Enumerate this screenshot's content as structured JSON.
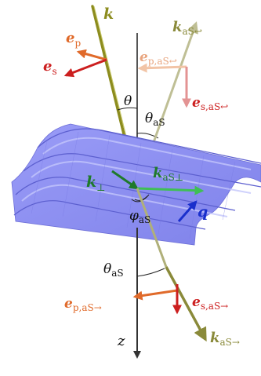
{
  "labels": {
    "k": "k",
    "e_p": "e",
    "e_p_sub": "p",
    "e_s": "e",
    "e_s_sub": "s",
    "theta": "θ",
    "theta_aS": "θ",
    "theta_aS_sub": "aS",
    "k_aS_back": "k",
    "k_aS_back_sub": "aS↩",
    "e_p_aS_back": "e",
    "e_p_aS_back_sub": "p,aS↩",
    "e_s_aS_back": "e",
    "e_s_aS_back_sub": "s,aS↩",
    "k_perp": "k",
    "k_perp_sub": "⊥",
    "k_aS_perp": "k",
    "k_aS_perp_sub": "aS⊥",
    "phi_aS": "φ",
    "phi_aS_sub": "aS",
    "q": "q",
    "theta_aS_lower": "θ",
    "theta_aS_lower_sub": "aS",
    "e_p_aS_fwd": "e",
    "e_p_aS_fwd_sub": "p,aS→",
    "e_s_aS_fwd": "e",
    "e_s_aS_fwd_sub": "s,aS→",
    "k_aS_fwd": "k",
    "k_aS_fwd_sub": "aS→",
    "z": "z"
  },
  "colors": {
    "k_incident": "#8c8c1e",
    "e_p": "#e06a2a",
    "e_s": "#cc1f1f",
    "k_scattered": "#8a8a3a",
    "k_perp": "#1f7a2a",
    "q": "#1a2fcc",
    "surface": "#8a8cf0",
    "z_axis": "#333333"
  }
}
